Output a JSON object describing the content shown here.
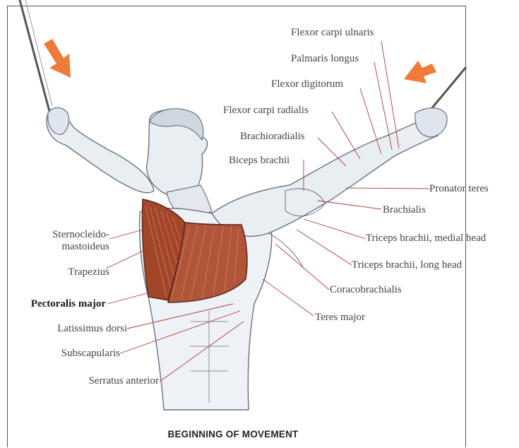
{
  "figure": {
    "caption": "BEGINNING OF MOVEMENT",
    "left_labels": [
      {
        "id": "sterno-1",
        "text": "Sternocleido-",
        "bold": false
      },
      {
        "id": "sterno-2",
        "text": "mastoideus",
        "bold": false
      },
      {
        "id": "trapezius",
        "text": "Trapezius",
        "bold": false
      },
      {
        "id": "pectoralis",
        "text": "Pectoralis major",
        "bold": true
      },
      {
        "id": "latissimus",
        "text": "Latissimus dorsi",
        "bold": false
      },
      {
        "id": "subscapularis",
        "text": "Subscapularis",
        "bold": false
      },
      {
        "id": "serratus",
        "text": "Serratus anterior",
        "bold": false
      }
    ],
    "right_labels": [
      {
        "id": "flexor-ulnaris",
        "text": "Flexor carpi ulnaris",
        "bold": false
      },
      {
        "id": "palmaris",
        "text": "Palmaris longus",
        "bold": false
      },
      {
        "id": "flexor-digitorum",
        "text": "Flexor digitorum",
        "bold": false
      },
      {
        "id": "flexor-radialis",
        "text": "Flexor carpi radialis",
        "bold": false
      },
      {
        "id": "brachioradialis",
        "text": "Brachioradialis",
        "bold": false
      },
      {
        "id": "biceps",
        "text": "Biceps brachii",
        "bold": false
      },
      {
        "id": "pronator",
        "text": "Pronator teres",
        "bold": false
      },
      {
        "id": "brachialis",
        "text": "Brachialis",
        "bold": false
      },
      {
        "id": "triceps-medial",
        "text": "Triceps brachii, medial head",
        "bold": false
      },
      {
        "id": "triceps-long",
        "text": "Triceps brachii, long head",
        "bold": false
      },
      {
        "id": "coracobrachialis",
        "text": "Coracobrachialis",
        "bold": false
      },
      {
        "id": "teres-major",
        "text": "Teres major",
        "bold": false
      }
    ],
    "colors": {
      "arrow": "#f07a3a",
      "muscle": "#a2462a",
      "muscle_light": "#c97a55",
      "skin": "#e9eef3",
      "outline": "#6b7280",
      "leader": "#b33a3a"
    }
  }
}
